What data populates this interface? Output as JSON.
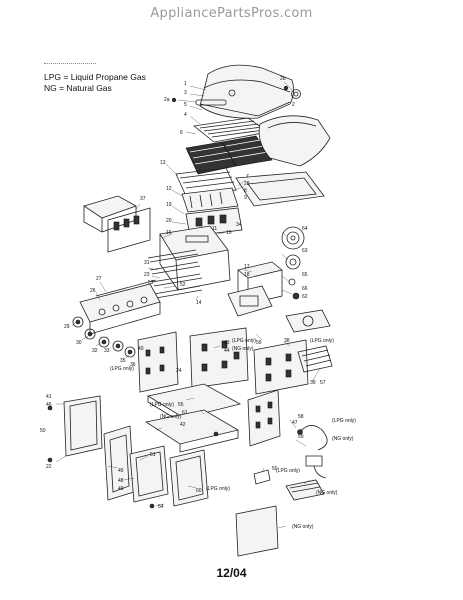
{
  "header": {
    "watermark": "AppliancePartsPros.com"
  },
  "legend": {
    "lpg": "LPG = Liquid Propane Gas",
    "ng": "NG  = Natural Gas"
  },
  "footer": {
    "date": "12/04"
  },
  "diagram": {
    "labels": {
      "l1": "1",
      "l2": "2",
      "l2a": "2a",
      "l2b": "2b",
      "l3": "3",
      "l4": "4",
      "l5": "5",
      "l6": "6",
      "l7": "7",
      "l8": "8",
      "l9": "9",
      "l10": "10",
      "l11": "11",
      "l12": "12",
      "l13": "13",
      "l14": "14",
      "l16": "16",
      "l17": "17",
      "l18": "18",
      "l19": "19",
      "l20": "20",
      "l22": "22",
      "l23": "23",
      "l24": "24",
      "l26": "26",
      "l27": "27",
      "l28": "28",
      "l29": "29",
      "l30": "30",
      "l31": "31",
      "l32": "32",
      "l33": "33",
      "l34": "34",
      "l35": "35",
      "l36": "36",
      "l37": "37",
      "l38": "38",
      "l39": "39",
      "l40": "40",
      "l41": "41",
      "l42": "42",
      "l43": "43",
      "l44": "44",
      "l45": "45",
      "l46": "46",
      "l47": "47",
      "l48": "48",
      "l49": "49",
      "l50": "50",
      "l51": "51",
      "l52": "52",
      "l53": "53",
      "l54": "54",
      "l55": "55",
      "l56": "56",
      "l57": "57",
      "l58": "58",
      "l59": "59",
      "l60": "60",
      "l61": "61",
      "l62": "62",
      "l63": "63",
      "l64": "64",
      "l65": "65",
      "l66": "66",
      "lpg1": "(LPG only)",
      "lpg2": "(LPG only)",
      "lpg3": "(LPG only)",
      "lpg4": "(LPG only)",
      "lpg5": "(LPG only)",
      "lpg6": "(LPG only)",
      "lpg7": "(LPG only)",
      "ng1": "(NG only)",
      "ng2": "(NG only)",
      "ng3": "(NG only)",
      "ng4": "(NG only)",
      "ng5": "(NG only)"
    }
  }
}
